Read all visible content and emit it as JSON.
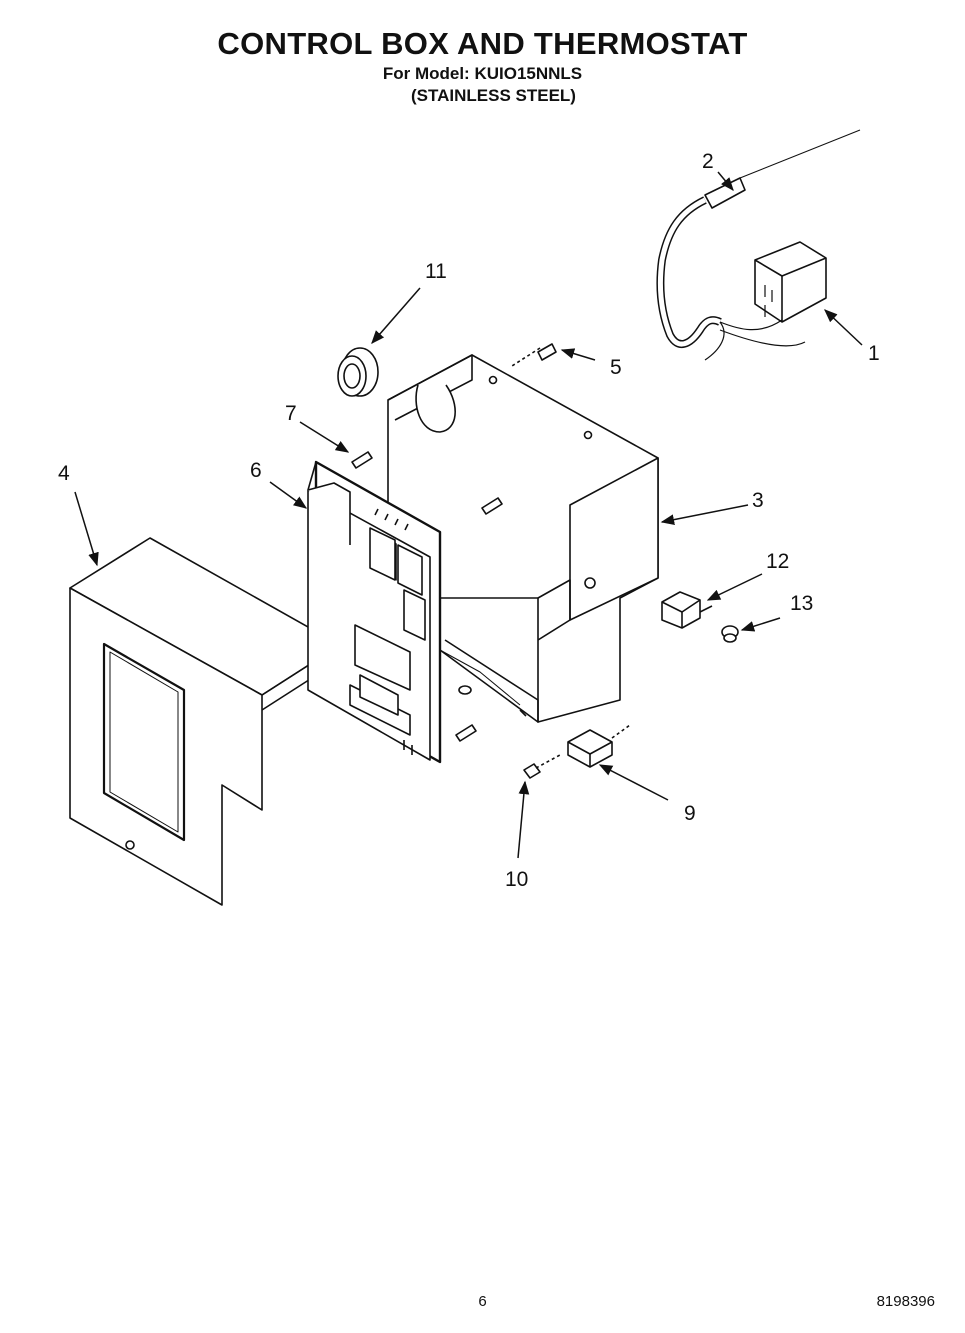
{
  "header": {
    "title": "CONTROL BOX AND THERMOSTAT",
    "model_line": "For Model: KUIO15NNLS",
    "finish_line": "(STAINLESS STEEL)"
  },
  "callouts": [
    {
      "id": "c1",
      "label": "1"
    },
    {
      "id": "c2",
      "label": "2"
    },
    {
      "id": "c3",
      "label": "3"
    },
    {
      "id": "c4",
      "label": "4"
    },
    {
      "id": "c5",
      "label": "5"
    },
    {
      "id": "c6",
      "label": "6"
    },
    {
      "id": "c7",
      "label": "7"
    },
    {
      "id": "c9",
      "label": "9"
    },
    {
      "id": "c10",
      "label": "10"
    },
    {
      "id": "c11",
      "label": "11"
    },
    {
      "id": "c12",
      "label": "12"
    },
    {
      "id": "c13",
      "label": "13"
    }
  ],
  "footer": {
    "page_number": "6",
    "document_number": "8198396"
  }
}
